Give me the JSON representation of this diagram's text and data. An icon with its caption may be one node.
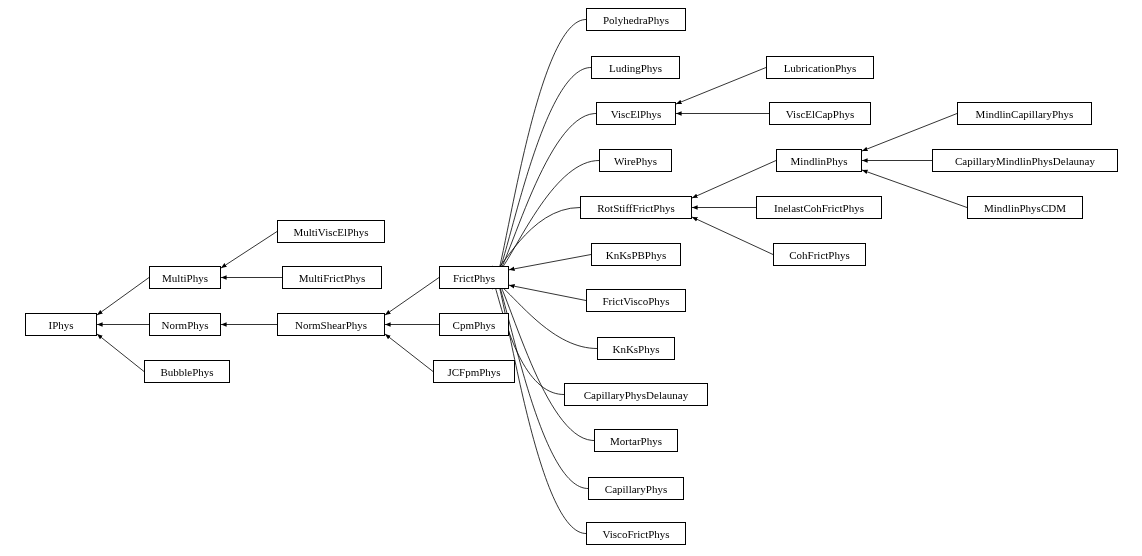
{
  "diagram": {
    "nodes": [
      {
        "text": [
          "IPhys"
        ]
      },
      {
        "text": [
          "MultiPhys"
        ]
      },
      {
        "text": [
          "NormPhys"
        ]
      },
      {
        "text": [
          "BubblePhys"
        ]
      },
      {
        "text": [
          "MultiViscElPhys"
        ]
      },
      {
        "text": [
          "MultiFrictPhys"
        ]
      },
      {
        "text": [
          "NormShearPhys"
        ]
      },
      {
        "text": [
          "FrictPhys"
        ]
      },
      {
        "text": [
          "CpmPhys"
        ]
      },
      {
        "text": [
          "JCFpmPhys"
        ]
      },
      {
        "text": [
          "PolyhedraPhys"
        ]
      },
      {
        "text": [
          "LudingPhys"
        ]
      },
      {
        "text": [
          "ViscElPhys"
        ]
      },
      {
        "text": [
          "WirePhys"
        ]
      },
      {
        "text": [
          "RotStiffFrictPhys"
        ]
      },
      {
        "text": [
          "KnKsPBPhys"
        ]
      },
      {
        "text": [
          "FrictViscoPhys"
        ]
      },
      {
        "text": [
          "KnKsPhys"
        ]
      },
      {
        "text": [
          "CapillaryPhysDelaunay"
        ]
      },
      {
        "text": [
          "MortarPhys"
        ]
      },
      {
        "text": [
          "CapillaryPhys"
        ]
      },
      {
        "text": [
          "ViscoFrictPhys"
        ]
      },
      {
        "text": [
          "LubricationPhys"
        ]
      },
      {
        "text": [
          "ViscElCapPhys"
        ]
      },
      {
        "text": [
          "MindlinPhys"
        ]
      },
      {
        "text": [
          "InelastCohFrictPhys"
        ]
      },
      {
        "text": [
          "CohFrictPhys"
        ]
      },
      {
        "text": [
          "MindlinCapillaryPhys"
        ]
      },
      {
        "text": [
          "CapillaryMindlinPhysDelaunay"
        ]
      },
      {
        "text": [
          "MindlinPhysCDM"
        ]
      }
    ],
    "edges": [
      {
        "from": 1,
        "to": 0,
        "arrow": "to"
      },
      {
        "from": 2,
        "to": 0,
        "arrow": "to"
      },
      {
        "from": 3,
        "to": 0,
        "arrow": "to"
      },
      {
        "from": 4,
        "to": 1,
        "arrow": "to"
      },
      {
        "from": 5,
        "to": 1,
        "arrow": "to"
      },
      {
        "from": 6,
        "to": 2,
        "arrow": "to"
      },
      {
        "from": 7,
        "to": 6,
        "arrow": "to"
      },
      {
        "from": 8,
        "to": 6,
        "arrow": "to"
      },
      {
        "from": 9,
        "to": 6,
        "arrow": "to"
      },
      {
        "from": 10,
        "to": 7,
        "arrow": "to"
      },
      {
        "from": 11,
        "to": 7,
        "arrow": "to"
      },
      {
        "from": 12,
        "to": 7,
        "arrow": "to"
      },
      {
        "from": 13,
        "to": 7,
        "arrow": "to"
      },
      {
        "from": 14,
        "to": 7,
        "arrow": "to"
      },
      {
        "from": 15,
        "to": 7,
        "arrow": "to"
      },
      {
        "from": 16,
        "to": 7,
        "arrow": "to"
      },
      {
        "from": 17,
        "to": 7,
        "arrow": "to"
      },
      {
        "from": 18,
        "to": 7,
        "arrow": "to"
      },
      {
        "from": 19,
        "to": 7,
        "arrow": "to"
      },
      {
        "from": 20,
        "to": 7,
        "arrow": "to"
      },
      {
        "from": 21,
        "to": 7,
        "arrow": "to"
      },
      {
        "from": 22,
        "to": 12,
        "arrow": "to"
      },
      {
        "from": 23,
        "to": 12,
        "arrow": "to"
      },
      {
        "from": 24,
        "to": 14,
        "arrow": "to"
      },
      {
        "from": 25,
        "to": 14,
        "arrow": "to"
      },
      {
        "from": 26,
        "to": 14,
        "arrow": "to"
      },
      {
        "from": 27,
        "to": 24,
        "arrow": "to"
      },
      {
        "from": 28,
        "to": 24,
        "arrow": "to"
      },
      {
        "from": 29,
        "to": 24,
        "arrow": "to"
      }
    ]
  }
}
